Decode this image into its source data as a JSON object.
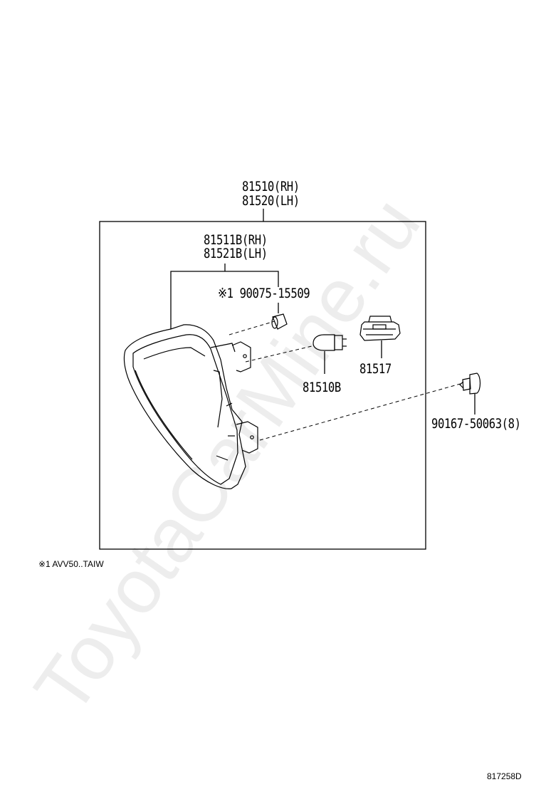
{
  "diagram": {
    "assembly_rh": "81510(RH)",
    "assembly_lh": "81520(LH)",
    "housing_rh": "81511B(RH)",
    "housing_lh": "81521B(LH)",
    "bulb_cover": "※1 90075-15509",
    "bulb": "81510B",
    "socket": "81517",
    "screw": "90167-50063(8)",
    "footnote": "※1 AVV50..TAIW",
    "figure_code": "817258D",
    "watermark": "ToyotaCarMine.ru"
  }
}
